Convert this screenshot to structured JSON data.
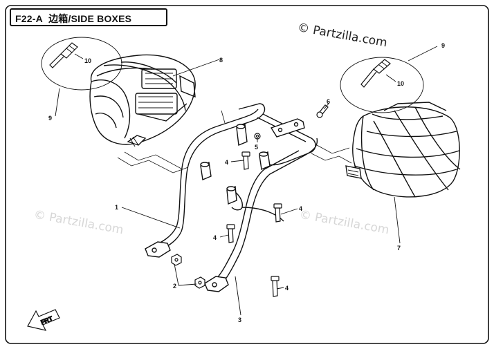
{
  "title": {
    "code": "F22-A",
    "name_cn": "边箱",
    "name_en": "/SIDE BOXES"
  },
  "watermark": {
    "text_part1": "© Partzilla.com",
    "faded_left": "© Partzilla.com",
    "faded_right": "© Partzilla.com"
  },
  "callouts": [
    "1",
    "2",
    "3",
    "4",
    "4",
    "4",
    "4",
    "5",
    "6",
    "7",
    "8",
    "9",
    "9",
    "10",
    "10"
  ],
  "front_logo": "FRT",
  "colors": {
    "line": "#111111",
    "watermark": "#d7d7d7"
  }
}
